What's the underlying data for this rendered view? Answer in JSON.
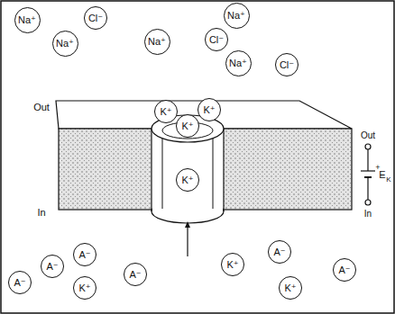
{
  "diagram": {
    "nodes": [
      {
        "text": [
          "Na⁺"
        ]
      },
      {
        "text": [
          "Cl⁻"
        ]
      },
      {
        "text": [
          "Na⁺"
        ]
      },
      {
        "text": [
          "Na⁺"
        ]
      },
      {
        "text": [
          "Na⁺"
        ]
      },
      {
        "text": [
          "Cl⁻"
        ]
      },
      {
        "text": [
          "Na⁺"
        ]
      },
      {
        "text": [
          "Cl⁻"
        ]
      },
      {
        "text": [
          "K⁺"
        ]
      },
      {
        "text": [
          "K⁺"
        ]
      },
      {
        "text": [
          "K⁺"
        ]
      },
      {
        "text": [
          "K⁺"
        ]
      },
      {
        "text": [
          "A⁻"
        ]
      },
      {
        "text": [
          "A⁻"
        ]
      },
      {
        "text": [
          "A⁻"
        ]
      },
      {
        "text": [
          "K⁺"
        ]
      },
      {
        "text": [
          "A⁻"
        ]
      },
      {
        "text": [
          "K⁺"
        ]
      },
      {
        "text": [
          "A⁻"
        ]
      },
      {
        "text": [
          "K⁺"
        ]
      },
      {
        "text": [
          "A⁻"
        ]
      }
    ],
    "labels": [
      "Out",
      "In",
      "Out",
      "In",
      "+",
      "E",
      "K"
    ]
  }
}
